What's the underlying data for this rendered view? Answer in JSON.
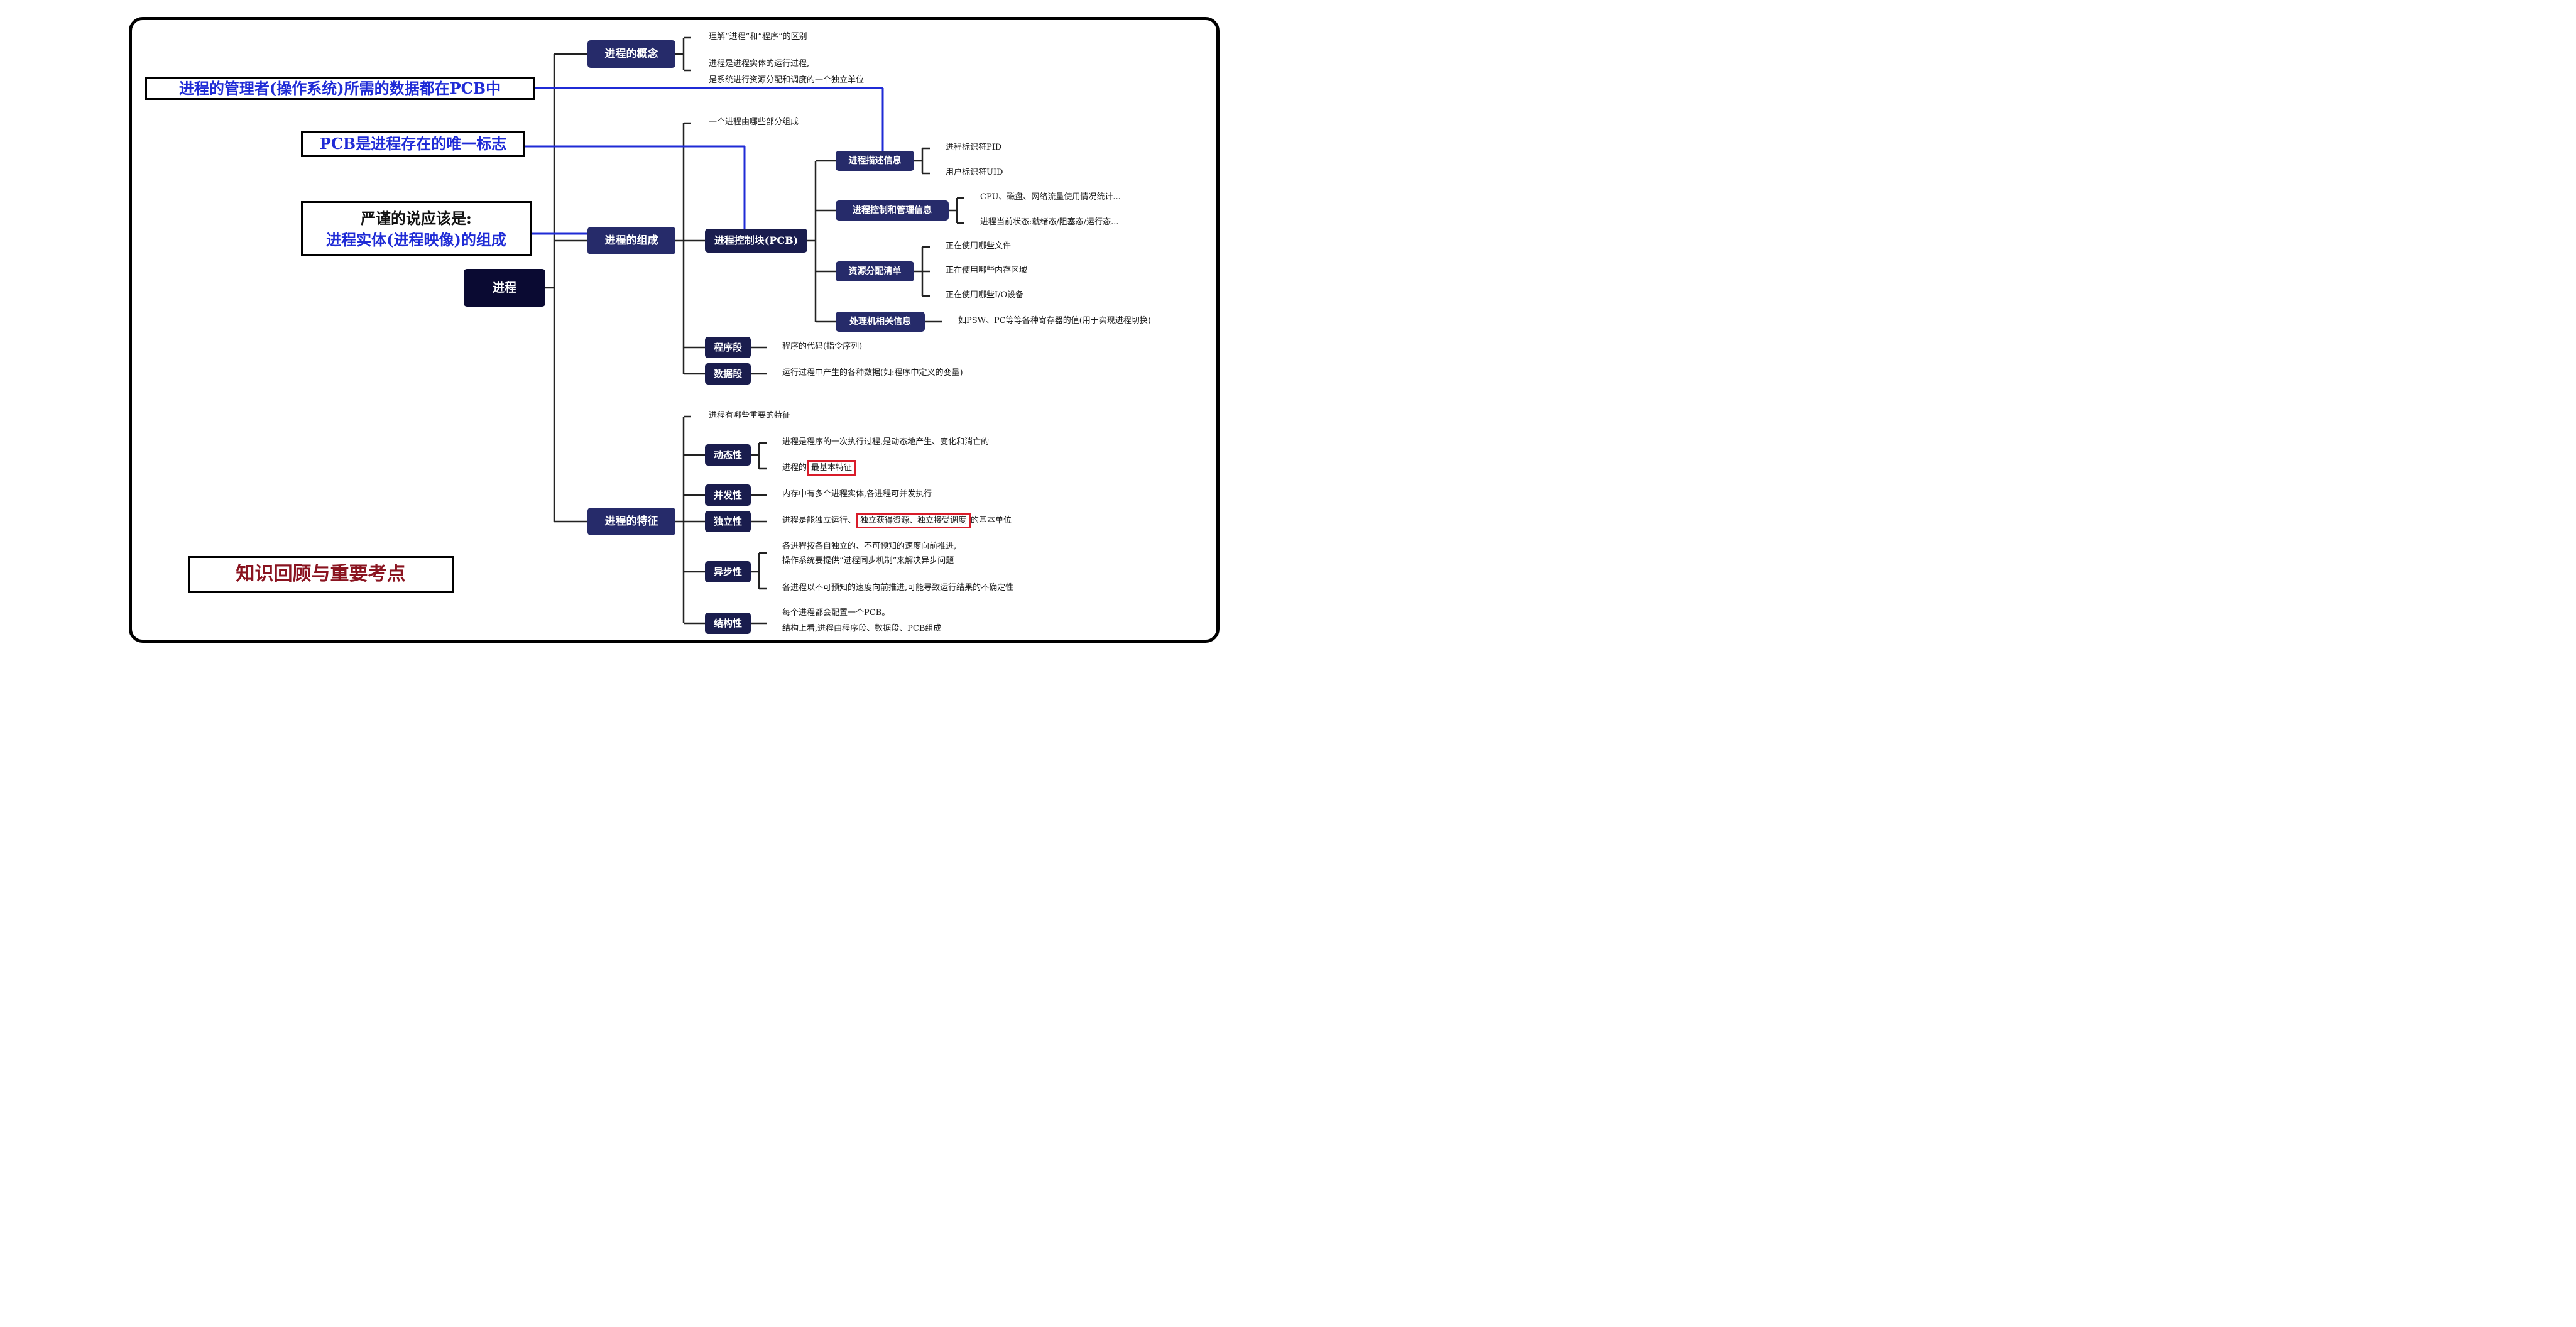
{
  "root": "进程",
  "branches": {
    "concept": {
      "label": "进程的概念",
      "items": [
        "理解“进程”和“程序”的区别",
        "进程是进程实体的运行过程,",
        "是系统进行资源分配和调度的一个独立单位"
      ]
    },
    "composition": {
      "label": "进程的组成",
      "intro": "一个进程由哪些部分组成",
      "pcb": {
        "label": "进程控制块(PCB)",
        "groups": [
          {
            "label": "进程描述信息",
            "items": [
              "进程标识符PID",
              "用户标识符UID"
            ]
          },
          {
            "label": "进程控制和管理信息",
            "items": [
              "CPU、磁盘、网络流量使用情况统计...",
              "进程当前状态:就绪态/阻塞态/运行态..."
            ]
          },
          {
            "label": "资源分配清单",
            "items": [
              "正在使用哪些文件",
              "正在使用哪些内存区域",
              "正在使用哪些I/O设备"
            ]
          },
          {
            "label": "处理机相关信息",
            "items": [
              "如PSW、PC等等各种寄存器的值(用于实现进程切换)"
            ]
          }
        ]
      },
      "program_segment": {
        "label": "程序段",
        "text": "程序的代码(指令序列)"
      },
      "data_segment": {
        "label": "数据段",
        "text": "运行过程中产生的各种数据(如:程序中定义的变量)"
      }
    },
    "features": {
      "label": "进程的特征",
      "intro": "进程有哪些重要的特征",
      "items": [
        {
          "label": "动态性",
          "lines": [
            "进程是程序的一次执行过程,是动态地产生、变化和消亡的"
          ],
          "line2_prefix": "进程的",
          "line2_highlight": "最基本特征"
        },
        {
          "label": "并发性",
          "lines": [
            "内存中有多个进程实体,各进程可并发执行"
          ]
        },
        {
          "label": "独立性",
          "prefix": "进程是能独立运行、",
          "highlight": "独立获得资源、独立接受调度",
          "suffix": "的基本单位"
        },
        {
          "label": "异步性",
          "lines": [
            "各进程按各自独立的、不可预知的速度向前推进,",
            "操作系统要提供“进程同步机制”来解决异步问题",
            "各进程以不可预知的速度向前推进,可能导致运行结果的不确定性"
          ]
        },
        {
          "label": "结构性",
          "lines": [
            "每个进程都会配置一个PCB。",
            "结构上看,进程由程序段、数据段、PCB组成"
          ]
        }
      ]
    }
  },
  "notes": {
    "pcb_data": "进程的管理者(操作系统)所需的数据都在PCB中",
    "pcb_unique": "PCB是进程存在的唯一标志",
    "rigorous_line1": "严谨的说应该是:",
    "rigorous_line2": "进程实体(进程映像)的组成"
  },
  "footer_title": "知识回顾与重要考点",
  "colors": {
    "node_dark": "#0a0a32",
    "node": "#262b6a",
    "note_blue": "#1f2bd6",
    "highlight_red": "#d91c2a",
    "title_red": "#8a1420"
  }
}
